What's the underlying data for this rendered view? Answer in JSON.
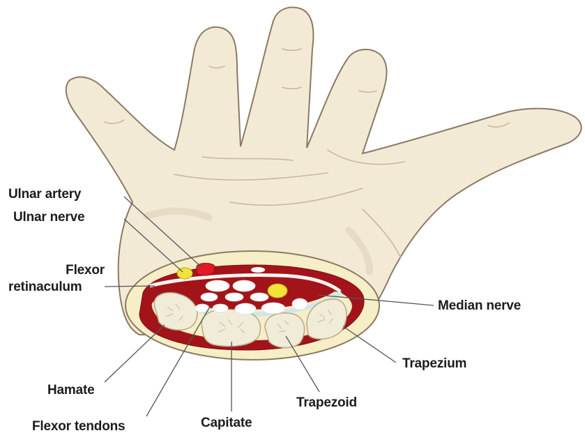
{
  "labels": {
    "ulnar_artery": "Ulnar artery",
    "ulnar_nerve": "Ulnar nerve",
    "flexor_line1": "Flexor",
    "flexor_line2": "retinaculum",
    "median_nerve": "Median nerve",
    "trapezium": "Trapezium",
    "hamate": "Hamate",
    "trapezoid": "Trapezoid",
    "capitate": "Capitate",
    "flexor_tendons": "Flexor tendons"
  },
  "colors": {
    "skin": "#f3ead6",
    "skin_shadow": "#d9cbb0",
    "outline": "#8a7a62",
    "muscle": "#a3141a",
    "tissue": "#f5eec6",
    "artery": "#e21b23",
    "nerve": "#f3e23a",
    "bone": "#f1ecd8",
    "tendon": "#ffffff",
    "leader": "#555555"
  }
}
